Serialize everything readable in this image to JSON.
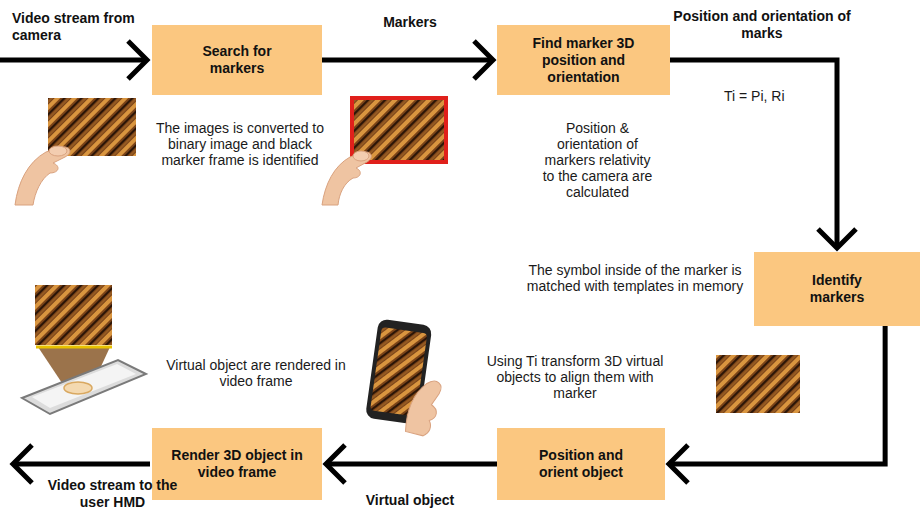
{
  "diagram": {
    "nodes": [
      {
        "text": [
          "Search for markers"
        ]
      },
      {
        "text": [
          "Find marker 3D position and orientation"
        ]
      },
      {
        "text": [
          "Identify markers"
        ]
      },
      {
        "text": [
          "Position and orient object"
        ]
      },
      {
        "text": [
          "Render 3D object in video frame"
        ]
      }
    ],
    "edges": [
      {
        "from": 0,
        "to": 1,
        "label": "Markers",
        "arrow": "to"
      },
      {
        "from": 1,
        "to": 2,
        "label": "Position and orientation of marks",
        "arrow": "to"
      },
      {
        "from": 2,
        "to": 3,
        "arrow": "to"
      },
      {
        "from": 3,
        "to": 4,
        "label": "Virtual object",
        "arrow": "to"
      }
    ],
    "labels": [
      "Video stream from camera",
      "The images is converted to binary image and black marker frame is identified",
      "Position & orientation of markers relativity to the camera are calculated",
      "Ti = Pi, Ri",
      "The symbol inside of the marker is matched with templates in memory",
      "Using Ti transform 3D virtual objects to align them with marker",
      "Virtual object are rendered in video frame",
      "Video stream to the user HMD"
    ]
  }
}
